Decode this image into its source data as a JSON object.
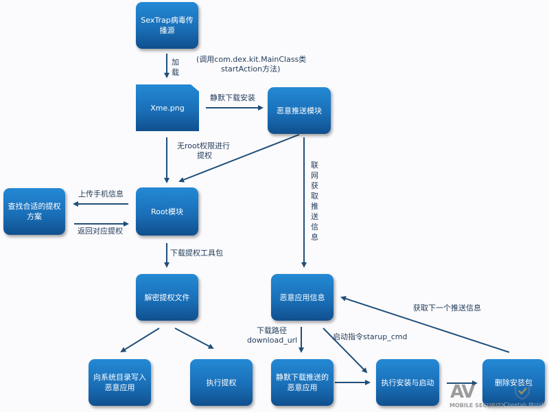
{
  "nodes": {
    "source": "SexTrap病毒传播源",
    "xme": "Xme.png",
    "push_module": "恶意推送模块",
    "root_module": "Root模块",
    "find_exploit": "查找合适的提权方案",
    "decrypt": "解密提权文件",
    "malicious_info": "恶意应用信息",
    "write_system": "向系统目录写入恶意应用",
    "exec_root": "执行提权",
    "silent_download": "静默下载推送的恶意应用",
    "install_launch": "执行安装与启动",
    "delete_pkg": "删除安装包"
  },
  "edges": {
    "load": "加载",
    "load_note_1": "(调用com.dex.kit.MainClass类",
    "load_note_2": "startAction方法)",
    "silent_install": "静默下载安装",
    "no_root_1": "无root权限进行",
    "no_root_2": "提权",
    "upload_info": "上传手机信息",
    "return_exploit": "返回对应提权",
    "download_toolkit": "下载提权工具包",
    "network_fetch": "联网获取推送信息",
    "download_path_1": "下载路径",
    "download_path_2": "download_url",
    "launch_cmd": "启动指令starup_cmd",
    "next_push": "获取下一个推送信息"
  },
  "watermark": {
    "av_logo": "AV",
    "av_sub": "MOBILE SECURITY",
    "cheetah": "Cheetah Mobile"
  },
  "colors": {
    "box_top": "#2489d4",
    "box_bottom": "#10508e",
    "arrow": "#1f4e79",
    "background": "#fbfafc"
  }
}
